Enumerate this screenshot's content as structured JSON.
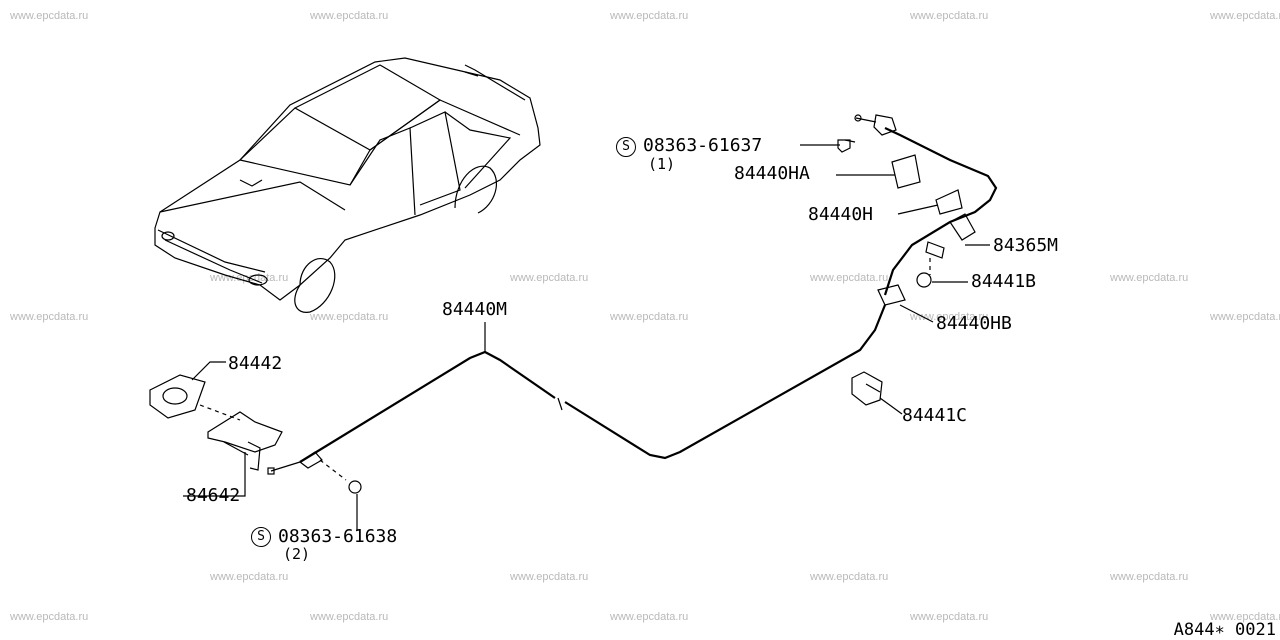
{
  "watermark": "www.epcdata.ru",
  "reference_code": "A844∗ 0021",
  "parts": {
    "p84440m": "84440M",
    "p84442": "84442",
    "p84642": "84642",
    "p84440ha": "84440HA",
    "p84440h": "84440H",
    "p84365m": "84365M",
    "p84441b": "84441B",
    "p84440hb": "84440HB",
    "p84441c": "84441C"
  },
  "screws": {
    "top": {
      "symbol": "S",
      "part": "08363-61637",
      "qty": "(1)"
    },
    "bottom": {
      "symbol": "S",
      "part": "08363-61638",
      "qty": "(2)"
    }
  }
}
